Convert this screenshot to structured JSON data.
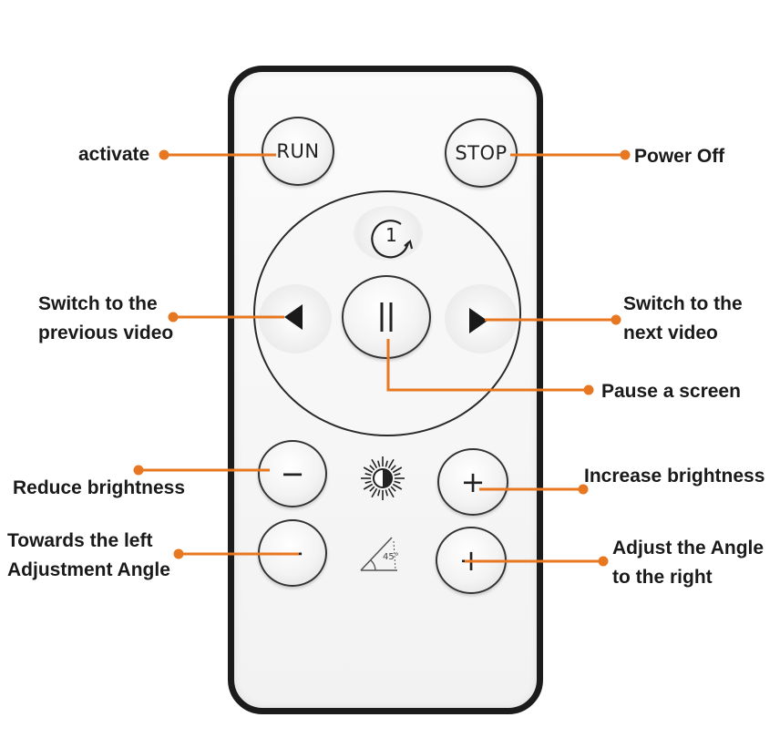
{
  "colors": {
    "callout": "#e87722",
    "outline": "#1c1c1c"
  },
  "remote": {
    "run_label": "RUN",
    "stop_label": "STOP",
    "rotate_glyph": "1",
    "minus_glyph": "−",
    "plus_glyph": "+",
    "angle_glyph": "45°",
    "icons": [
      "rotate-icon",
      "pause-icon",
      "left-arrow-icon",
      "right-arrow-icon",
      "brightness-icon",
      "angle-icon"
    ]
  },
  "callouts": {
    "activate": "activate",
    "power_off": "Power Off",
    "prev_video": "Switch to the\nprevious video",
    "next_video": "Switch to the\nnext video",
    "pause": "Pause a screen",
    "reduce_brightness": "Reduce brightness",
    "increase_brightness": "Increase brightness",
    "angle_left": "Towards the left\nAdjustment Angle",
    "angle_right": "Adjust the Angle\nto the right"
  }
}
